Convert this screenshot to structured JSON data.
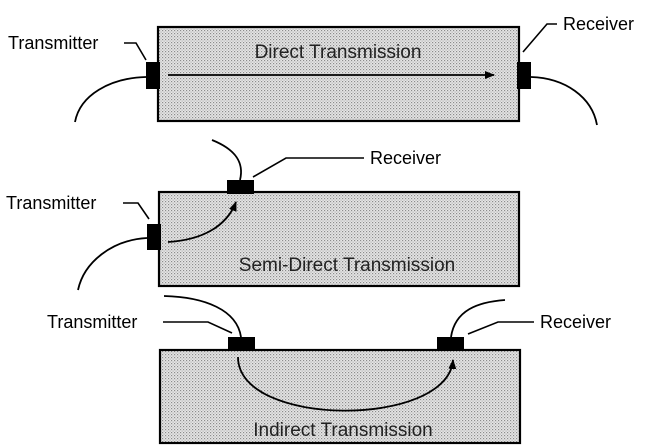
{
  "panels": {
    "direct": {
      "title": "Direct Transmission",
      "transmitter_label": "Transmitter",
      "receiver_label": "Receiver"
    },
    "semi_direct": {
      "title": "Semi-Direct Transmission",
      "transmitter_label": "Transmitter",
      "receiver_label": "Receiver"
    },
    "indirect": {
      "title": "Indirect Transmission",
      "transmitter_label": "Transmitter",
      "receiver_label": "Receiver"
    }
  },
  "colors": {
    "slab_fill": "#d9d9d9",
    "ink": "#000000"
  }
}
